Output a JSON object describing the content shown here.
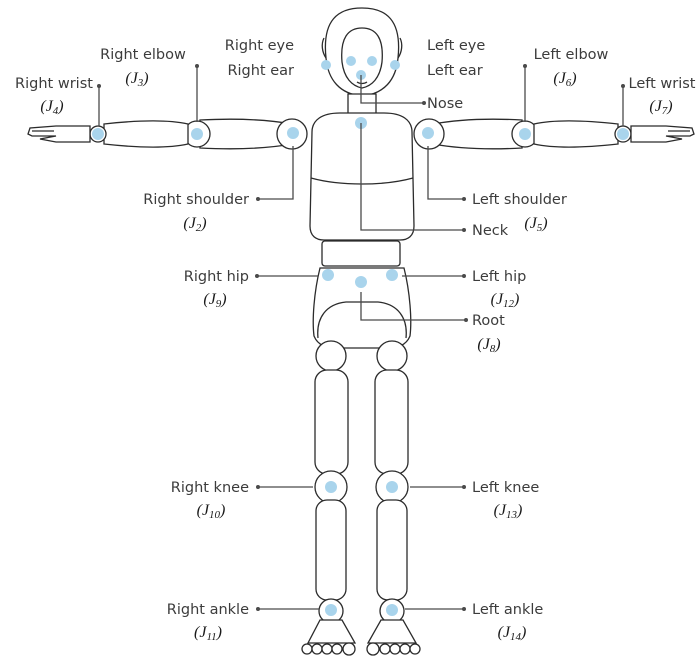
{
  "colors": {
    "joint": "#a9d4ec",
    "outline": "#2b2b2b",
    "label": "#3c3c3c",
    "leader": "#4a4a4a"
  },
  "labels": {
    "right_eye": "Right eye",
    "right_ear": "Right ear",
    "left_eye": "Left eye",
    "left_ear": "Left ear",
    "nose": "Nose",
    "right_elbow": "Right elbow",
    "left_elbow": "Left elbow",
    "right_wrist": "Right wrist",
    "left_wrist": "Left wrist",
    "right_shoulder": "Right shoulder",
    "left_shoulder": "Left shoulder",
    "neck": "Neck",
    "right_hip": "Right hip",
    "left_hip": "Left hip",
    "root": "Root",
    "right_knee": "Right knee",
    "left_knee": "Left knee",
    "right_ankle": "Right ankle",
    "left_ankle": "Left ankle"
  },
  "joint_ids": {
    "right_elbow": {
      "letter": "J",
      "sub": "3"
    },
    "left_elbow": {
      "letter": "J",
      "sub": "6"
    },
    "right_wrist": {
      "letter": "J",
      "sub": "4"
    },
    "left_wrist": {
      "letter": "J",
      "sub": "7"
    },
    "right_shoulder": {
      "letter": "J",
      "sub": "2"
    },
    "left_shoulder": {
      "letter": "J",
      "sub": "5"
    },
    "right_hip": {
      "letter": "J",
      "sub": "9"
    },
    "left_hip": {
      "letter": "J",
      "sub": "12"
    },
    "root": {
      "letter": "J",
      "sub": "8"
    },
    "right_knee": {
      "letter": "J",
      "sub": "10"
    },
    "left_knee": {
      "letter": "J",
      "sub": "13"
    },
    "right_ankle": {
      "letter": "J",
      "sub": "11"
    },
    "left_ankle": {
      "letter": "J",
      "sub": "14"
    }
  }
}
